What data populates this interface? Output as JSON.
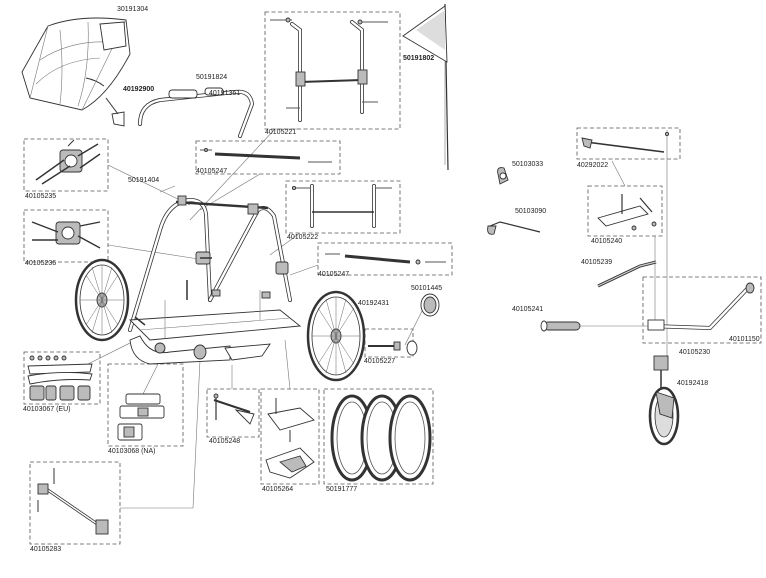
{
  "parts": [
    {
      "id": "canopy",
      "number": "30191304"
    },
    {
      "id": "flag",
      "number": "50191802"
    },
    {
      "id": "tube-a",
      "number": "50191824"
    },
    {
      "id": "handle-clip",
      "number": "40192900"
    },
    {
      "id": "handlebar",
      "number": "40191361"
    },
    {
      "id": "push-bar-kit",
      "number": "40105221"
    },
    {
      "id": "cross-tube-upper",
      "number": "40105247"
    },
    {
      "id": "cross-tube-lower",
      "number": "40105247"
    },
    {
      "id": "hinge-kit-a",
      "number": "40105235"
    },
    {
      "id": "hinge-kit-b",
      "number": "40105236"
    },
    {
      "id": "frame",
      "number": "50191404"
    },
    {
      "id": "rear-bar-kit",
      "number": "40105222"
    },
    {
      "id": "wheel",
      "number": "40192431"
    },
    {
      "id": "hub-cap",
      "number": "50101445"
    },
    {
      "id": "axle-kit",
      "number": "40105227"
    },
    {
      "id": "reflector-set-eu",
      "number": "40103067 (EU)"
    },
    {
      "id": "reflector-set-na",
      "number": "40103068 (NA)"
    },
    {
      "id": "brake-kit",
      "number": "40105248"
    },
    {
      "id": "wheel-guard",
      "number": "40105264"
    },
    {
      "id": "tires",
      "number": "50191777"
    },
    {
      "id": "hitch-arm",
      "number": "40105283"
    },
    {
      "id": "clamp",
      "number": "50103033"
    },
    {
      "id": "cable",
      "number": "50103090"
    },
    {
      "id": "stroller-axle",
      "number": "40292022"
    },
    {
      "id": "bracket",
      "number": "40105240"
    },
    {
      "id": "strap",
      "number": "40105239"
    },
    {
      "id": "grip",
      "number": "40105241"
    },
    {
      "id": "stroller-arm",
      "number": "40101150"
    },
    {
      "id": "wheel-mount",
      "number": "40105230"
    },
    {
      "id": "front-wheel",
      "number": "40192418"
    }
  ]
}
